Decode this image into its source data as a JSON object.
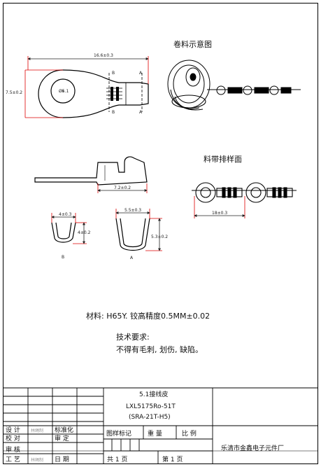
{
  "views": {
    "top": {
      "length_dim": "16.6±0.3",
      "height_dim": "7.5±0.2",
      "hole_label": "Ø5.1",
      "section_b": "B",
      "section_a": "A"
    },
    "side": {
      "length_dim": "7.2±0.2"
    },
    "reel": {
      "title": "卷料示意图"
    },
    "strip": {
      "title": "料带排样面",
      "pitch_dim": "18±0.3"
    },
    "section_b": {
      "width_dim": "4±0.3",
      "height_dim": "4±0.2",
      "label": "B"
    },
    "section_a": {
      "width_dim": "5.5±0.3",
      "height_dim": "5.3±0.2",
      "label": "A"
    }
  },
  "notes": {
    "material": "材料:  H65Y. 铰高精度0.5MM±0.02",
    "requirements_title": "技术要求:",
    "requirements_text": "不得有毛刺, 划伤, 缺陷。"
  },
  "title_block": {
    "part_name": "5.1接线皮",
    "part_no": "LXL5175Ro-51T",
    "part_code": "(SRA-21T-H5)",
    "rows": {
      "design": "设  计",
      "check": "校  对",
      "review": "审  核",
      "process": "工  艺",
      "standardize": "标准化",
      "approve": "审  定",
      "date": "日  期",
      "stamp": "林绳制"
    },
    "mark_label": "图样标记",
    "weight_label": "重  量",
    "scale_label": "比  例",
    "total_sheets": "共  1  页",
    "sheet_no": "第  1  页",
    "company": "乐清市金鑫电子元件厂"
  }
}
